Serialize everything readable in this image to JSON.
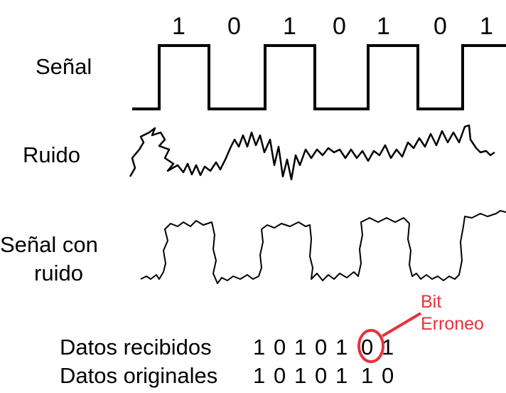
{
  "bits": [
    "1",
    "0",
    "1",
    "0",
    "1",
    "0",
    "1"
  ],
  "labels": {
    "signal": "Señal",
    "noise": "Ruido",
    "noisy_line1": "Señal con",
    "noisy_line2": "ruido"
  },
  "received": {
    "label": "Datos recibidos",
    "bits": [
      "1",
      "0",
      "1",
      "0",
      "1",
      "0",
      "1"
    ]
  },
  "original": {
    "label": "Datos originales",
    "bits": [
      "1",
      "0",
      "1",
      "0",
      "1",
      "1",
      "0"
    ]
  },
  "error_annotation": {
    "line1": "Bit",
    "line2": "Erroneo",
    "color": "#e8323c"
  }
}
